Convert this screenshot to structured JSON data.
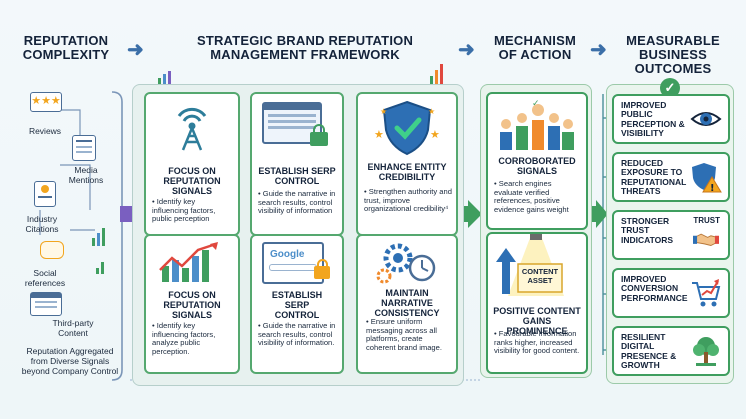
{
  "headers": {
    "complexity": [
      "REPUTATION",
      "COMPLEXITY"
    ],
    "framework": [
      "STRATEGIC BRAND REPUTATION",
      "MANAGEMENT FRAMEWORK"
    ],
    "mechanism": [
      "MECHANISM",
      "OF ACTION"
    ],
    "outcomes": [
      "MEASURABLE",
      "BUSINESS",
      "OUTCOMES"
    ]
  },
  "sources": {
    "reviews": "Reviews",
    "media": "Media Mentions",
    "citations": "Industry Citations",
    "social": "Social references",
    "thirdparty": "Third-party Content",
    "caption": "Reputation Aggregated from Diverse Signals beyond Company Control"
  },
  "framework": {
    "c1": {
      "title": "FOCUS ON REPUTATION SIGNALS",
      "bullet": "Identify key influencing factors, public perception"
    },
    "c2": {
      "title": "FOCUS ON REPUTATION SIGNALS",
      "bullet": "Identify key influencing factors, analyze public perception."
    },
    "c3": {
      "title": "ESTABLISH SERP CONTROL",
      "bullet": "Guide the narrative in search results, control visibility of information"
    },
    "c4": {
      "title": "ESTABLISH SERP CONTROL",
      "bullet": "Guide the narrative in search results, control visibility of information."
    },
    "c5": {
      "title": "ENHANCE ENTITY CREDIBILITY",
      "bullet": "Strengthen authority and trust, improve organizational credibility⁴"
    },
    "c6": {
      "title": "MAINTAIN NARRATIVE CONSISTENCY",
      "bullet": "Ensure uniform messaging across all platforms, create coherent brand image."
    },
    "google_word": "Google"
  },
  "mechanism": {
    "m1": {
      "title": "CORROBORATED SIGNALS",
      "bullet": "Search engines evaluate verified references, positive evidence gains weight"
    },
    "m2": {
      "title": "POSITIVE CONTENT GAINS PROMINENCE",
      "bullet": "Favourable information ranks higher, increased visibility for good content."
    },
    "asset_label": "CONTENT ASSET"
  },
  "outcomes": [
    {
      "title": "IMPROVED PUBLIC PERCEPTION & VISIBILITY",
      "icon": "eye-icon"
    },
    {
      "title": "REDUCED EXPOSURE TO REPUTATIONAL THREATS",
      "icon": "shield-warning-icon"
    },
    {
      "title": "STRONGER TRUST INDICATORS",
      "icon": "handshake-icon",
      "tag": "TRUST"
    },
    {
      "title": "IMPROVED CONVERSION PERFORMANCE",
      "icon": "cart-chart-icon"
    },
    {
      "title": "RESILIENT DIGITAL PRESENCE & GROWTH",
      "icon": "tree-icon"
    }
  ],
  "colors": {
    "green": "#3f9e5f",
    "blue": "#3b6fa8",
    "orange": "#f08a2c"
  }
}
